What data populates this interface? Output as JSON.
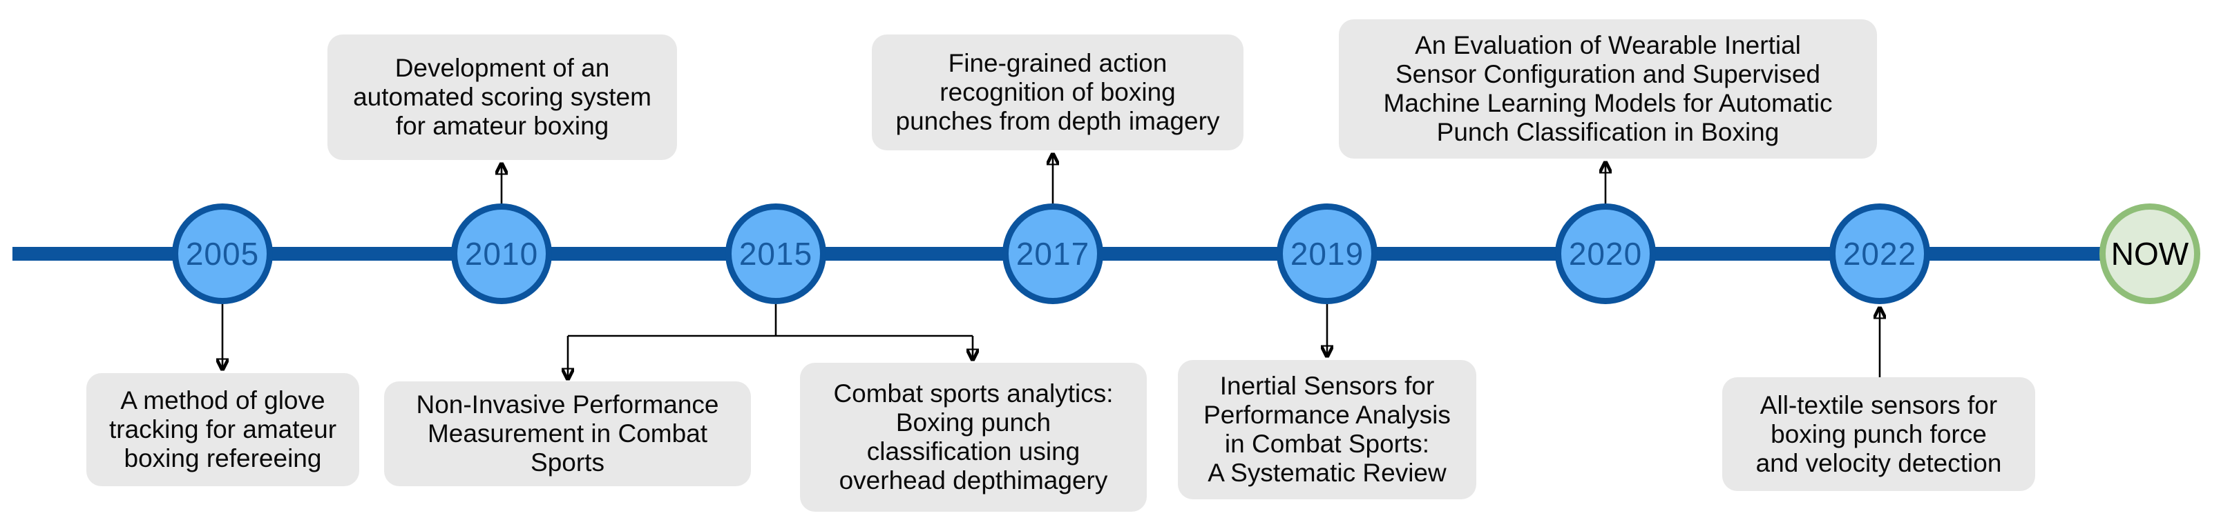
{
  "timeline": {
    "years": [
      "2005",
      "2010",
      "2015",
      "2017",
      "2019",
      "2020",
      "2022"
    ],
    "now_label": "NOW"
  },
  "papers": [
    {
      "year": "2005",
      "placement": "below",
      "lines": [
        "A method of glove",
        "tracking for amateur",
        "boxing refereeing"
      ]
    },
    {
      "year": "2010",
      "placement": "above",
      "lines": [
        "Development of an",
        "automated scoring system",
        "for amateur boxing"
      ]
    },
    {
      "year": "2015",
      "placement": "below-left",
      "lines": [
        "Non-Invasive Performance",
        "Measurement in Combat",
        "Sports"
      ]
    },
    {
      "year": "2015",
      "placement": "below-right",
      "lines": [
        "Combat sports analytics:",
        "Boxing punch",
        "classification using",
        "overhead depthimagery"
      ]
    },
    {
      "year": "2017",
      "placement": "above",
      "lines": [
        "Fine-grained action",
        "recognition of boxing",
        "punches from depth imagery"
      ]
    },
    {
      "year": "2019",
      "placement": "below",
      "lines": [
        "Inertial Sensors for",
        "Performance Analysis",
        "in Combat Sports:",
        "A Systematic Review"
      ]
    },
    {
      "year": "2020",
      "placement": "above",
      "lines": [
        "An Evaluation of Wearable Inertial",
        "Sensor Configuration and Supervised",
        "Machine Learning Models for Automatic",
        "Punch Classification in Boxing"
      ]
    },
    {
      "year": "2022",
      "placement": "below",
      "lines": [
        "All-textile sensors for",
        "boxing punch force",
        "and velocity detection"
      ]
    }
  ],
  "colors": {
    "timeline_blue": "#0B549E",
    "node_fill": "#64B2F8",
    "node_year": "#185A9F",
    "now_fill": "#DEEBD8",
    "now_border": "#8FBE78",
    "now_text": "#000000",
    "box_fill": "#E8E8E8",
    "box_text": "#0A0A0A",
    "arrow_black": "#000000"
  }
}
